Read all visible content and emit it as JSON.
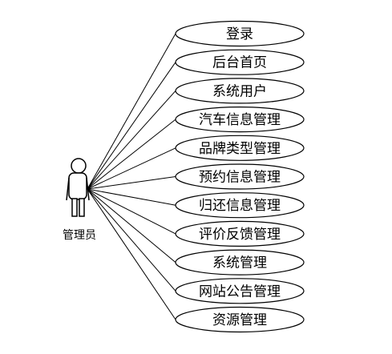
{
  "actor": {
    "label": "管理员"
  },
  "use_cases": [
    {
      "label": "登录"
    },
    {
      "label": "后台首页"
    },
    {
      "label": "系统用户"
    },
    {
      "label": "汽车信息管理"
    },
    {
      "label": "品牌类型管理"
    },
    {
      "label": "预约信息管理"
    },
    {
      "label": "归还信息管理"
    },
    {
      "label": "评价反馈管理"
    },
    {
      "label": "系统管理"
    },
    {
      "label": "网站公告管理"
    },
    {
      "label": "资源管理"
    }
  ]
}
